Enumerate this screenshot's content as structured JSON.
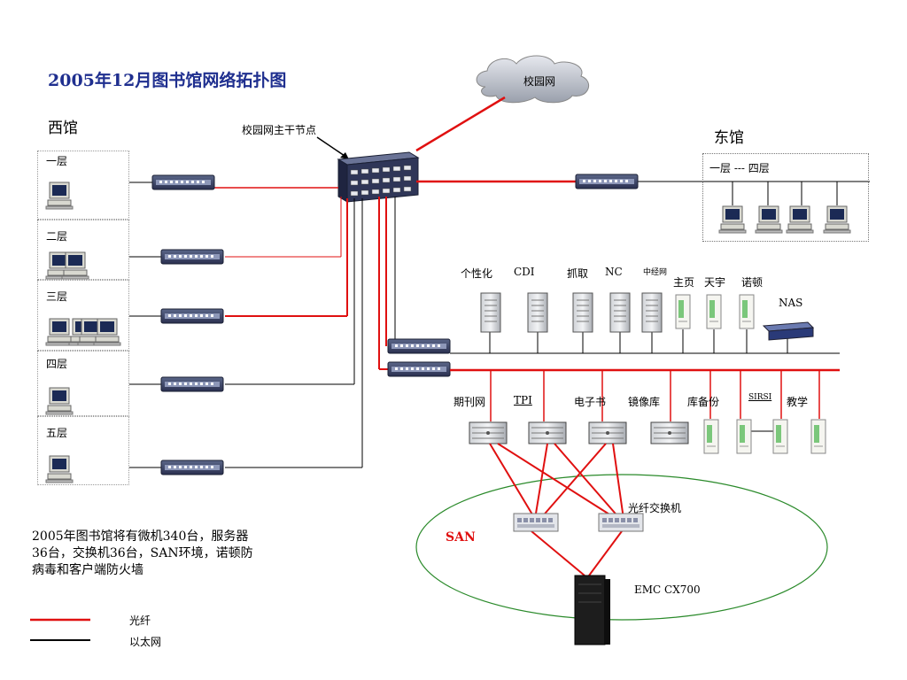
{
  "title": "2005年12月图书馆网络拓扑图",
  "campus_net": "校园网",
  "backbone_node": "校园网主干节点",
  "west": {
    "name": "西馆",
    "floors": [
      "一层",
      "二层",
      "三层",
      "四层",
      "五层"
    ]
  },
  "east": {
    "name": "东馆",
    "floors": "一层 --- 四层"
  },
  "servers_top": [
    "个性化",
    "CDI",
    "抓取",
    "NC",
    "中经网",
    "主页",
    "天宇",
    "诺顿",
    "NAS"
  ],
  "servers_bottom": [
    "期刊网",
    "TPI",
    "电子书",
    "镜像库",
    "库备份",
    "SIRSI",
    "教学"
  ],
  "san": {
    "label": "SAN",
    "switch_label": "光纤交换机",
    "storage_label": "EMC  CX700"
  },
  "note": "2005年图书馆将有微机340台，服务器36台，交换机36台，SAN环境，诺顿防病毒和客户端防火墙",
  "legend": [
    {
      "label": "光纤",
      "color": "#e01010"
    },
    {
      "label": "以太网",
      "color": "#000000"
    }
  ],
  "colors": {
    "fiber": "#e01010",
    "ethernet": "#000000",
    "title": "#1f2f8f"
  }
}
